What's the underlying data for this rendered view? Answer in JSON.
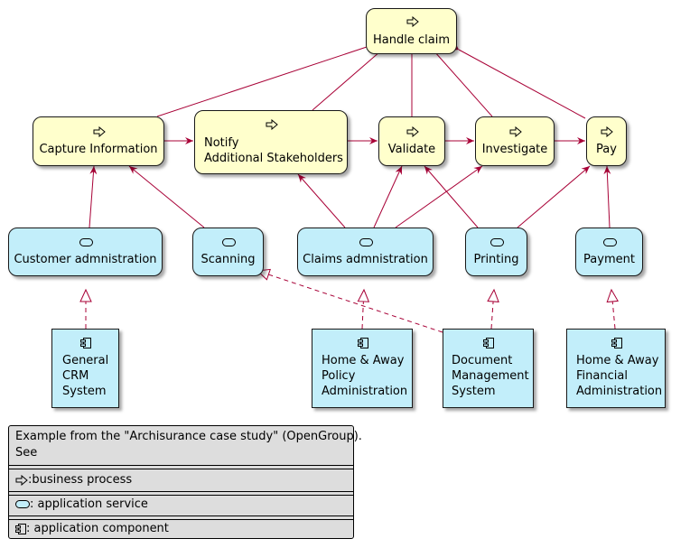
{
  "diagram": {
    "processes": [
      {
        "id": "handle",
        "label": "Handle claim"
      },
      {
        "id": "capture",
        "label": "Capture Information"
      },
      {
        "id": "notify",
        "label": "Notify\nAdditional Stakeholders"
      },
      {
        "id": "validate",
        "label": "Validate"
      },
      {
        "id": "investigate",
        "label": "Investigate"
      },
      {
        "id": "pay",
        "label": "Pay"
      }
    ],
    "services": [
      {
        "id": "custadmin",
        "label": "Customer admnistration"
      },
      {
        "id": "scanning",
        "label": "Scanning"
      },
      {
        "id": "claimsadmin",
        "label": "Claims admnistration"
      },
      {
        "id": "printing",
        "label": "Printing"
      },
      {
        "id": "payment",
        "label": "Payment"
      }
    ],
    "components": [
      {
        "id": "crm",
        "label": "General\nCRM\nSystem"
      },
      {
        "id": "hapolicy",
        "label": "Home & Away\nPolicy\nAdministration"
      },
      {
        "id": "dms",
        "label": "Document\nManagement\nSystem"
      },
      {
        "id": "hafin",
        "label": "Home & Away\nFinancial\nAdministration"
      }
    ],
    "relations": {
      "composition": [
        [
          "handle",
          "capture"
        ],
        [
          "handle",
          "notify"
        ],
        [
          "handle",
          "validate"
        ],
        [
          "handle",
          "investigate"
        ],
        [
          "handle",
          "pay"
        ]
      ],
      "triggering": [
        [
          "capture",
          "notify"
        ],
        [
          "notify",
          "validate"
        ],
        [
          "validate",
          "investigate"
        ],
        [
          "investigate",
          "pay"
        ]
      ],
      "serving": [
        [
          "custadmin",
          "capture"
        ],
        [
          "scanning",
          "capture"
        ],
        [
          "claimsadmin",
          "notify"
        ],
        [
          "claimsadmin",
          "validate"
        ],
        [
          "claimsadmin",
          "investigate"
        ],
        [
          "printing",
          "validate"
        ],
        [
          "printing",
          "pay"
        ],
        [
          "payment",
          "pay"
        ]
      ],
      "realization": [
        [
          "crm",
          "custadmin"
        ],
        [
          "hapolicy",
          "claimsadmin"
        ],
        [
          "dms",
          "scanning"
        ],
        [
          "dms",
          "printing"
        ],
        [
          "hafin",
          "payment"
        ]
      ]
    },
    "colors": {
      "process_fill": "#FFFFCC",
      "application_fill": "#C2EEFA",
      "legend_fill": "#DDDDDD",
      "relation_line": "#A80036",
      "border": "#181818"
    },
    "icons": {
      "process": "arrow-right-icon",
      "service": "rounded-pill-icon",
      "component": "component-icon"
    }
  },
  "legend": {
    "note": "Example from the \"Archisurance case study\" (OpenGroup).\nSee",
    "process_label": ":business process",
    "service_label": ": application service",
    "component_label": ": application component"
  }
}
